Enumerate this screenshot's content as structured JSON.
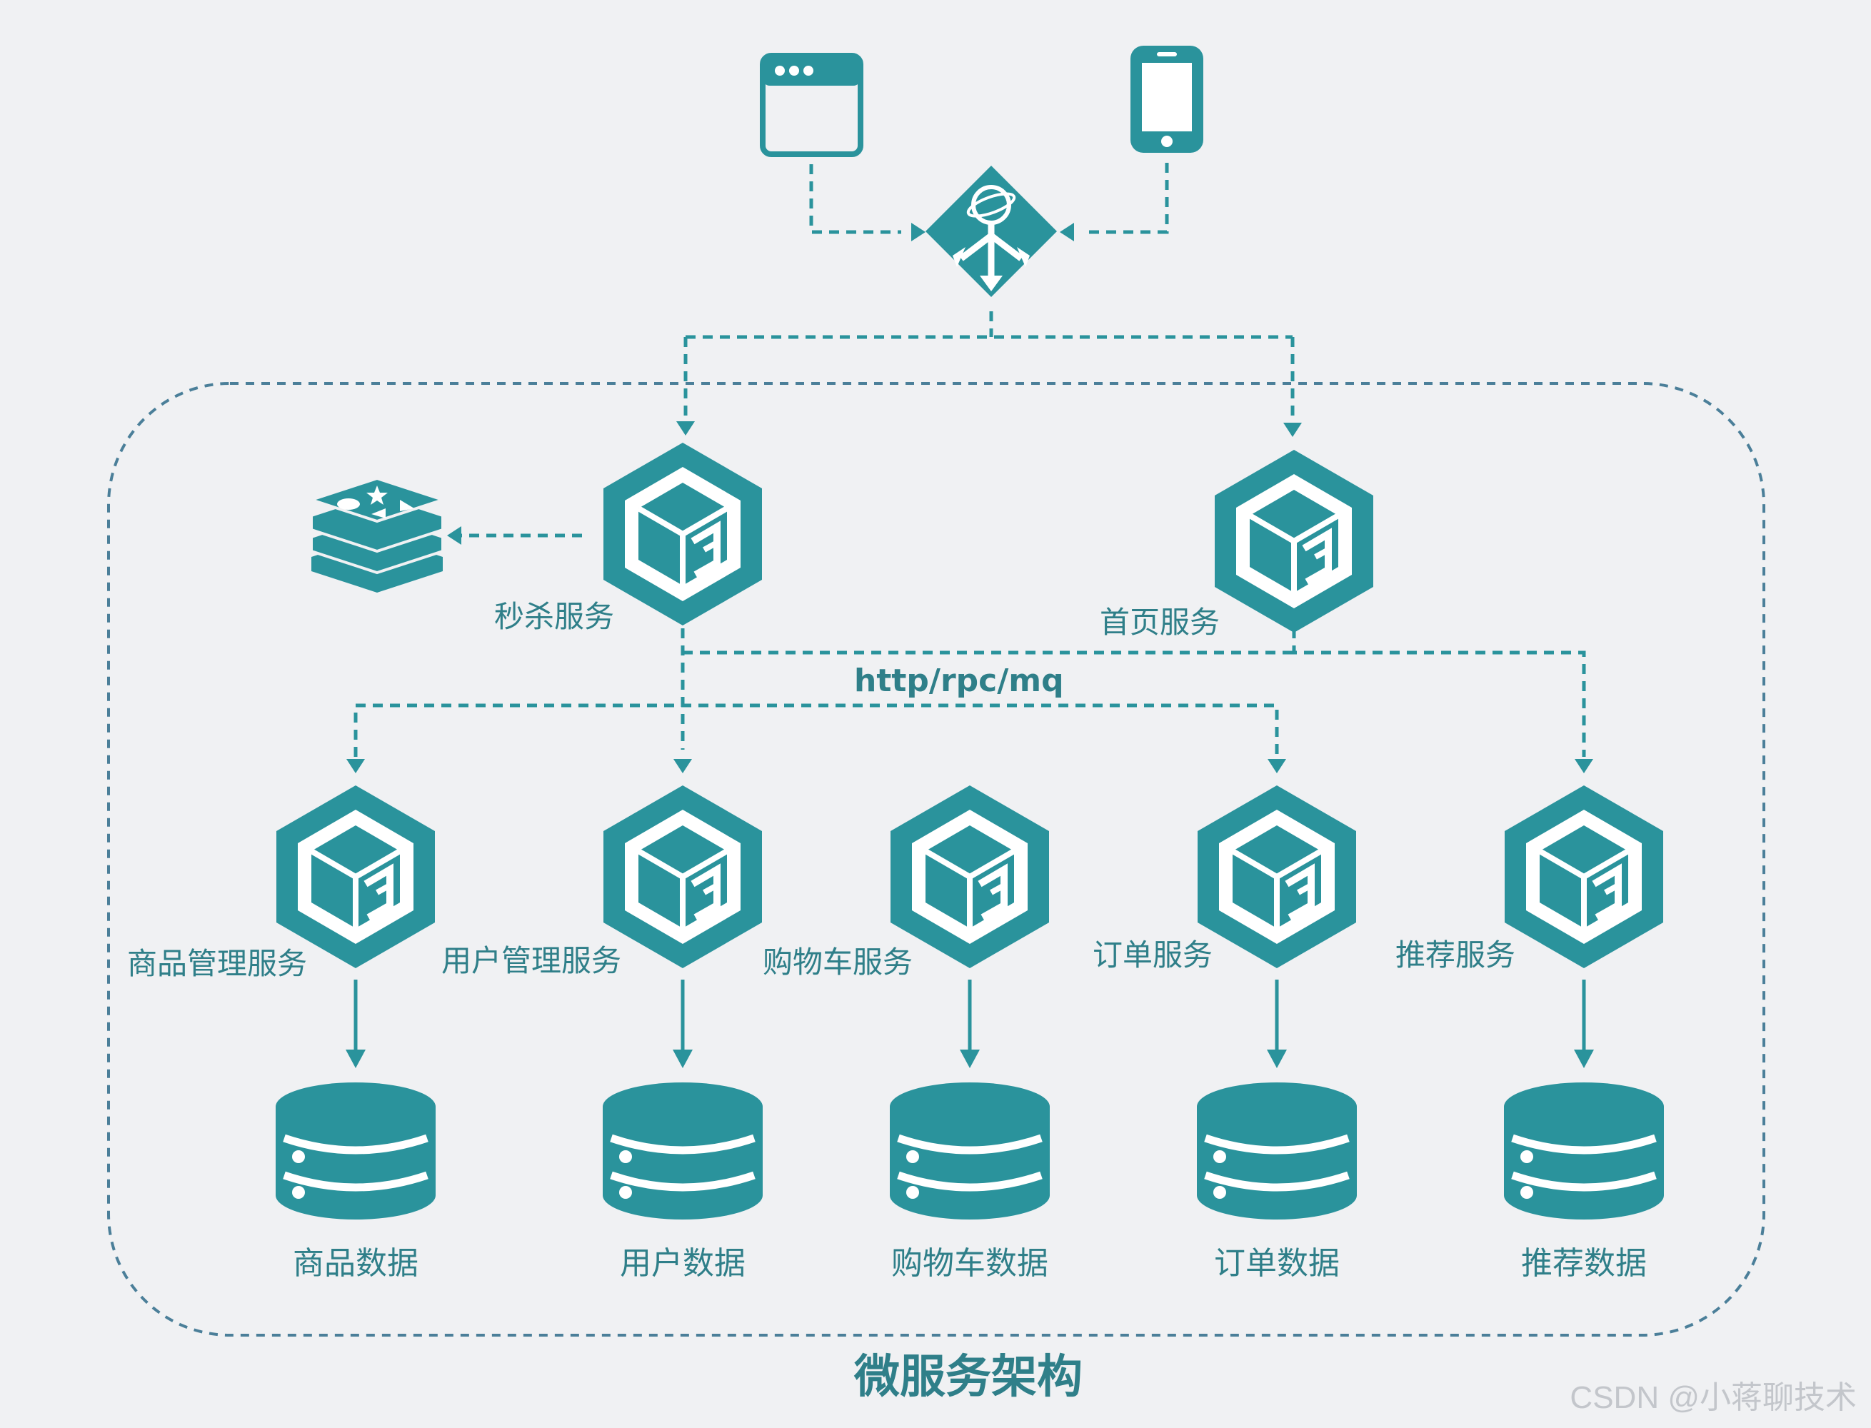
{
  "colors": {
    "accent": "#2a939c",
    "line": "#2a939c",
    "border": "#4b7f99",
    "label": "#2f7f89",
    "background": "#f0f1f3"
  },
  "clients": [
    {
      "id": "browser",
      "icon": "browser-window-icon"
    },
    {
      "id": "mobile",
      "icon": "mobile-phone-icon"
    }
  ],
  "gateway": {
    "icon": "gateway-diamond-icon"
  },
  "cache": {
    "icon": "redis-cache-icon"
  },
  "protocol_label": "http/rpc/mq",
  "top_services": [
    {
      "name": "秒杀服务",
      "icon": "service-cube-icon"
    },
    {
      "name": "首页服务",
      "icon": "service-cube-icon"
    }
  ],
  "services": [
    {
      "name": "商品管理服务",
      "db": "商品数据"
    },
    {
      "name": "用户管理服务",
      "db": "用户数据"
    },
    {
      "name": "购物车服务",
      "db": "购物车数据"
    },
    {
      "name": "订单服务",
      "db": "订单数据"
    },
    {
      "name": "推荐服务",
      "db": "推荐数据"
    }
  ],
  "container_title": "微服务架构",
  "watermark": "CSDN @小蒋聊技术"
}
